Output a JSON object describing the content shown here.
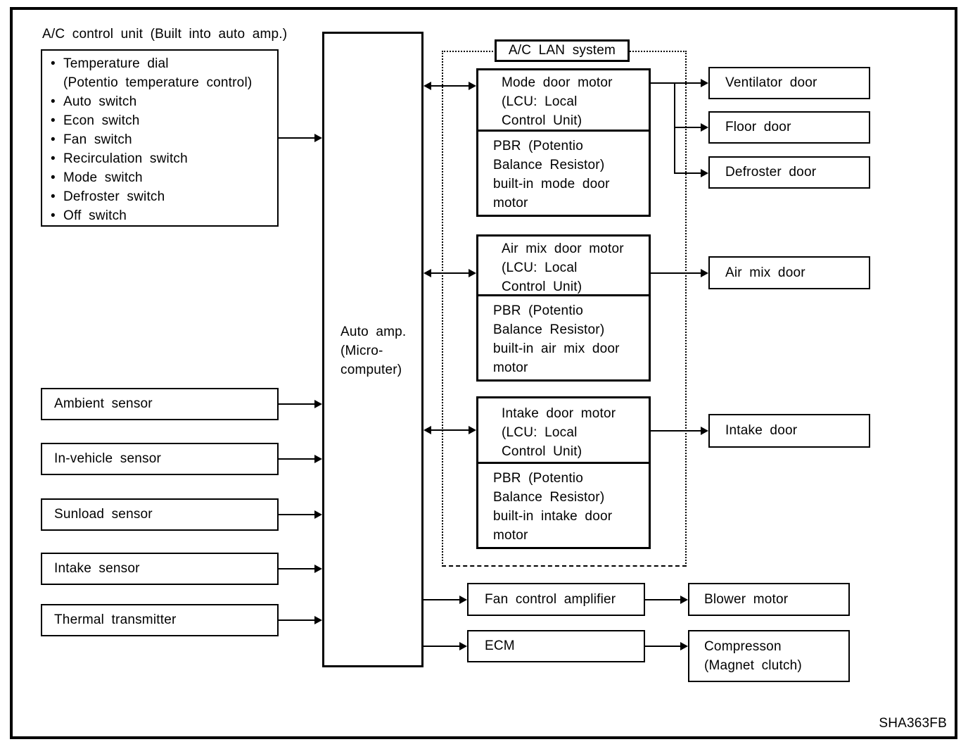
{
  "figure": {
    "code": "SHA363FB"
  },
  "colors": {
    "line": "#000000",
    "background": "#ffffff"
  },
  "control_unit": {
    "title": "A/C control unit (Built into auto amp.)",
    "items": [
      {
        "t": "Temperature dial",
        "b": true
      },
      {
        "t": "(Potentio temperature control)",
        "b": false
      },
      {
        "t": "Auto switch",
        "b": true
      },
      {
        "t": "Econ switch",
        "b": true
      },
      {
        "t": "Fan switch",
        "b": true
      },
      {
        "t": "Recirculation switch",
        "b": true
      },
      {
        "t": "Mode switch",
        "b": true
      },
      {
        "t": "Defroster switch",
        "b": true
      },
      {
        "t": "Off switch",
        "b": true
      }
    ]
  },
  "auto_amp": {
    "l1": "Auto amp.",
    "l2": "(Micro-",
    "l3": "computer)"
  },
  "lan": {
    "label": "A/C LAN system"
  },
  "motors": {
    "mode": {
      "u1": "Mode door motor",
      "u2": "(LCU: Local",
      "u3": "Control Unit)",
      "p1": "PBR (Potentio",
      "p2": "Balance Resistor)",
      "p3": "built-in mode door",
      "p4": "motor"
    },
    "airmix": {
      "u1": "Air mix door motor",
      "u2": "(LCU: Local",
      "u3": "Control Unit)",
      "p1": "PBR (Potentio",
      "p2": "Balance Resistor)",
      "p3": "built-in air mix door",
      "p4": "motor"
    },
    "intake": {
      "u1": "Intake door motor",
      "u2": "(LCU: Local",
      "u3": "Control Unit)",
      "p1": "PBR (Potentio",
      "p2": "Balance Resistor)",
      "p3": "built-in intake door",
      "p4": "motor"
    }
  },
  "doors": {
    "ventilator": "Ventilator door",
    "floor": "Floor door",
    "defroster": "Defroster door",
    "airmix": "Air mix door",
    "intake": "Intake door"
  },
  "sensors": {
    "ambient": "Ambient sensor",
    "invehicle": "In-vehicle sensor",
    "sunload": "Sunload sensor",
    "intake": "Intake sensor",
    "thermal": "Thermal transmitter"
  },
  "bottom": {
    "fan": "Fan control amplifier",
    "ecm": "ECM",
    "blower": "Blower motor",
    "comp_l1": "Compresson",
    "comp_l2": "(Magnet clutch)"
  }
}
